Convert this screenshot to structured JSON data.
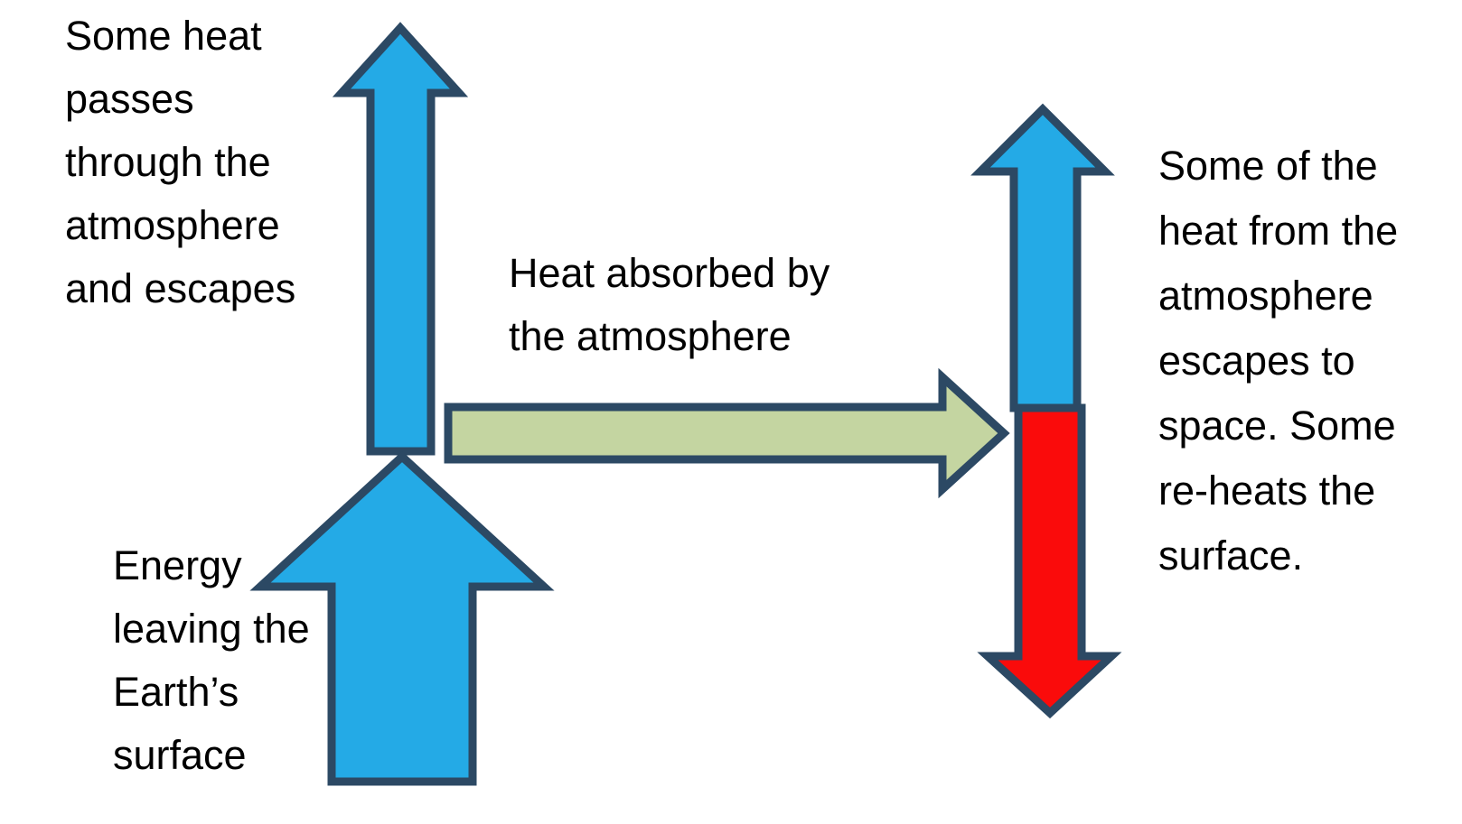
{
  "title": "Heat flow through the atmosphere diagram",
  "colors": {
    "arrow_blue": "#24AAE6",
    "arrow_green": "#C4D5A1",
    "arrow_red": "#FA0B0B",
    "outline_navy": "#2C4964",
    "text": "#000000",
    "background": "#FFFFFF"
  },
  "labels": {
    "top_left": {
      "lines": [
        "Some heat",
        "passes",
        "through the",
        "atmosphere",
        "and escapes"
      ]
    },
    "bottom_left": {
      "lines": [
        "Energy",
        "leaving the",
        "Earth’s",
        "surface"
      ]
    },
    "middle": {
      "lines": [
        "Heat absorbed by",
        "the atmosphere"
      ]
    },
    "right": {
      "lines": [
        "Some of the",
        "heat from the",
        "atmosphere",
        "escapes to",
        "space. Some",
        "re-heats the",
        "surface."
      ]
    }
  },
  "arrows": [
    {
      "id": "energy-up-arrow",
      "direction": "up",
      "color_ref": "arrow_blue"
    },
    {
      "id": "escape-up-arrow",
      "direction": "up",
      "color_ref": "arrow_blue"
    },
    {
      "id": "absorbed-right-arrow",
      "direction": "right",
      "color_ref": "arrow_green"
    },
    {
      "id": "atmosphere-escape-up-arrow",
      "direction": "up",
      "color_ref": "arrow_blue"
    },
    {
      "id": "reheat-down-arrow",
      "direction": "down",
      "color_ref": "arrow_red"
    }
  ]
}
